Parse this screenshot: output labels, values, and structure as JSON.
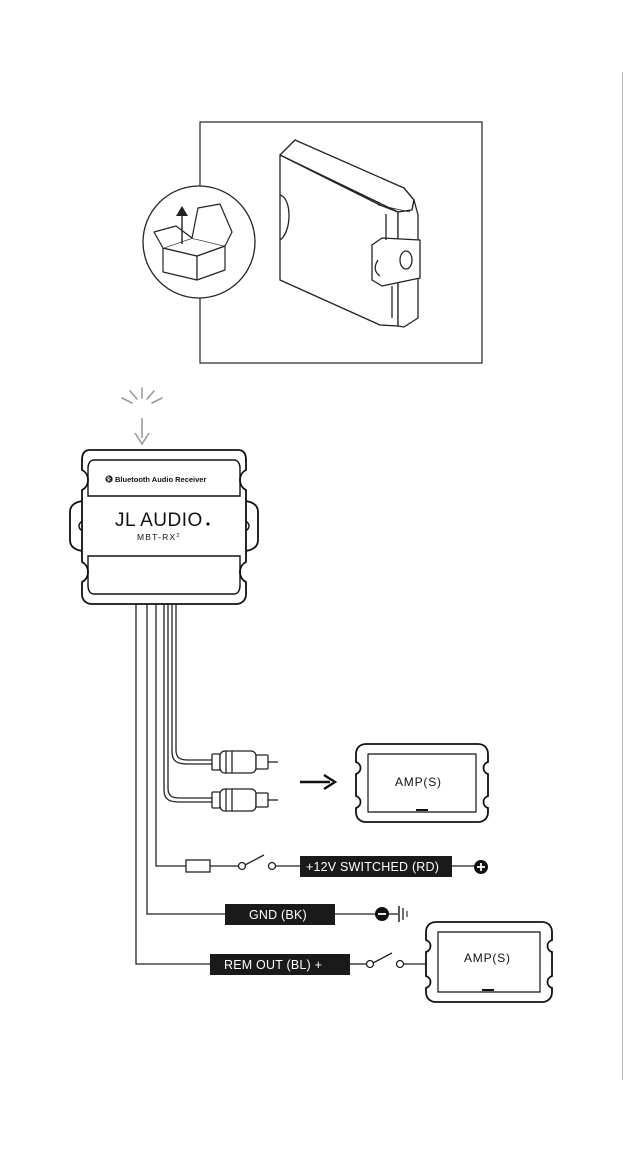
{
  "receiver": {
    "title": "Bluetooth Audio Receiver",
    "brand": "JL AUDIO",
    "model": "MBT-RX",
    "model_suffix": "2"
  },
  "outputs": {
    "amp_top_label": "AMP(S)",
    "amp_bottom_label": "AMP(S)"
  },
  "wiring": {
    "power_label": "+12V SWITCHED (RD)",
    "ground_label": "GND (BK)",
    "remote_label": "REM OUT (BL) +"
  },
  "icons": {
    "unbox": "unbox-icon",
    "light": "light-rays-icon",
    "down_arrow": "down-arrow-icon",
    "right_arrow": "right-arrow-icon",
    "fuse": "fuse-icon",
    "switch": "switch-icon",
    "positive": "positive-terminal-icon",
    "ground": "ground-symbol-icon"
  }
}
